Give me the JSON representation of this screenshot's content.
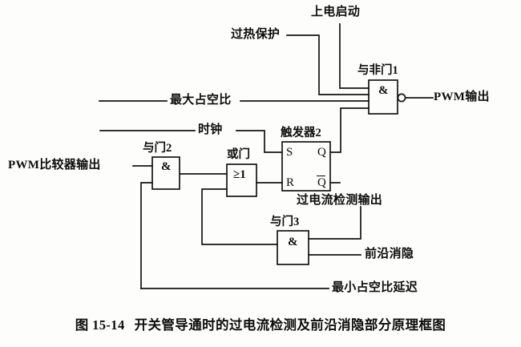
{
  "figure": {
    "caption_number": "图 15-14",
    "caption_text": "开关管导通时的过电流检测及前沿消隐部分原理框图",
    "line_color": "#141414",
    "background_color": "#fdfdfb"
  },
  "signals": {
    "power_on_start": "上电启动",
    "thermal_protection": "过热保护",
    "max_duty_cycle": "最大占空比",
    "clock": "时钟",
    "pwm_comparator_output": "PWM比较器输出",
    "pwm_output": "PWM输出",
    "overcurrent_detect_output": "过电流检测输出",
    "leading_edge_blanking": "前沿消隐",
    "min_duty_cycle_delay": "最小占空比延迟"
  },
  "gates": {
    "nand1": {
      "name": "与非门1",
      "symbol": "&",
      "type": "nand"
    },
    "and2": {
      "name": "与门2",
      "symbol": "&",
      "type": "and"
    },
    "or1": {
      "name": "或门",
      "symbol": "≥1",
      "type": "or"
    },
    "and3": {
      "name": "与门3",
      "symbol": "&",
      "type": "and"
    },
    "flipflop2": {
      "name": "触发器2",
      "type": "sr-flip-flop",
      "pins": {
        "s": "S",
        "r": "R",
        "q": "Q",
        "qbar": "Q"
      }
    }
  }
}
